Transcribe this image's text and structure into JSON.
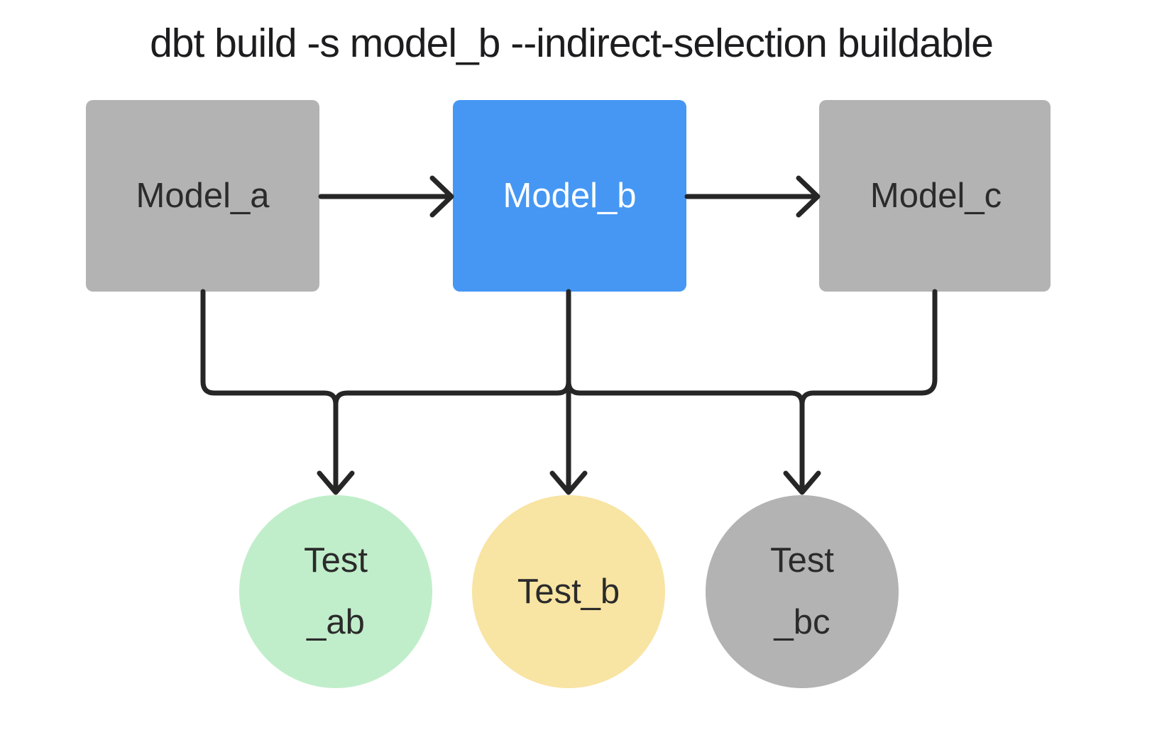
{
  "title": "dbt build -s model_b --indirect-selection buildable",
  "colors": {
    "background": "#ffffff",
    "edge": "#262626",
    "selected_model_blue": "#4597f3",
    "unselected_gray": "#b3b3b3",
    "test_green": "#c1eeca",
    "test_yellow": "#f8e4a3",
    "title_text": "#1d1d1f",
    "dark_label_text": "#2b2b2b",
    "selected_label_text": "#ffffff"
  },
  "nodes": {
    "models": [
      {
        "id": "model_a",
        "label": "Model_a",
        "shape": "square",
        "fill": "#b3b3b3",
        "text_color": "#2b2b2b"
      },
      {
        "id": "model_b",
        "label": "Model_b",
        "shape": "square",
        "fill": "#4597f3",
        "text_color": "#ffffff"
      },
      {
        "id": "model_c",
        "label": "Model_c",
        "shape": "square",
        "fill": "#b3b3b3",
        "text_color": "#2b2b2b"
      }
    ],
    "tests": [
      {
        "id": "test_ab",
        "lines": [
          "Test",
          "_ab"
        ],
        "shape": "circle",
        "fill": "#c1eeca",
        "text_color": "#2b2b2b"
      },
      {
        "id": "test_b",
        "lines": [
          "Test_b"
        ],
        "shape": "circle",
        "fill": "#f8e4a3",
        "text_color": "#2b2b2b"
      },
      {
        "id": "test_bc",
        "lines": [
          "Test",
          "_bc"
        ],
        "shape": "circle",
        "fill": "#b3b3b3",
        "text_color": "#2b2b2b"
      }
    ]
  },
  "edges": [
    {
      "from": "model_a",
      "to": "model_b"
    },
    {
      "from": "model_b",
      "to": "model_c"
    },
    {
      "from": "model_a",
      "to": "test_ab"
    },
    {
      "from": "model_b",
      "to": "test_ab"
    },
    {
      "from": "model_b",
      "to": "test_b"
    },
    {
      "from": "model_b",
      "to": "test_bc"
    },
    {
      "from": "model_c",
      "to": "test_bc"
    }
  ]
}
